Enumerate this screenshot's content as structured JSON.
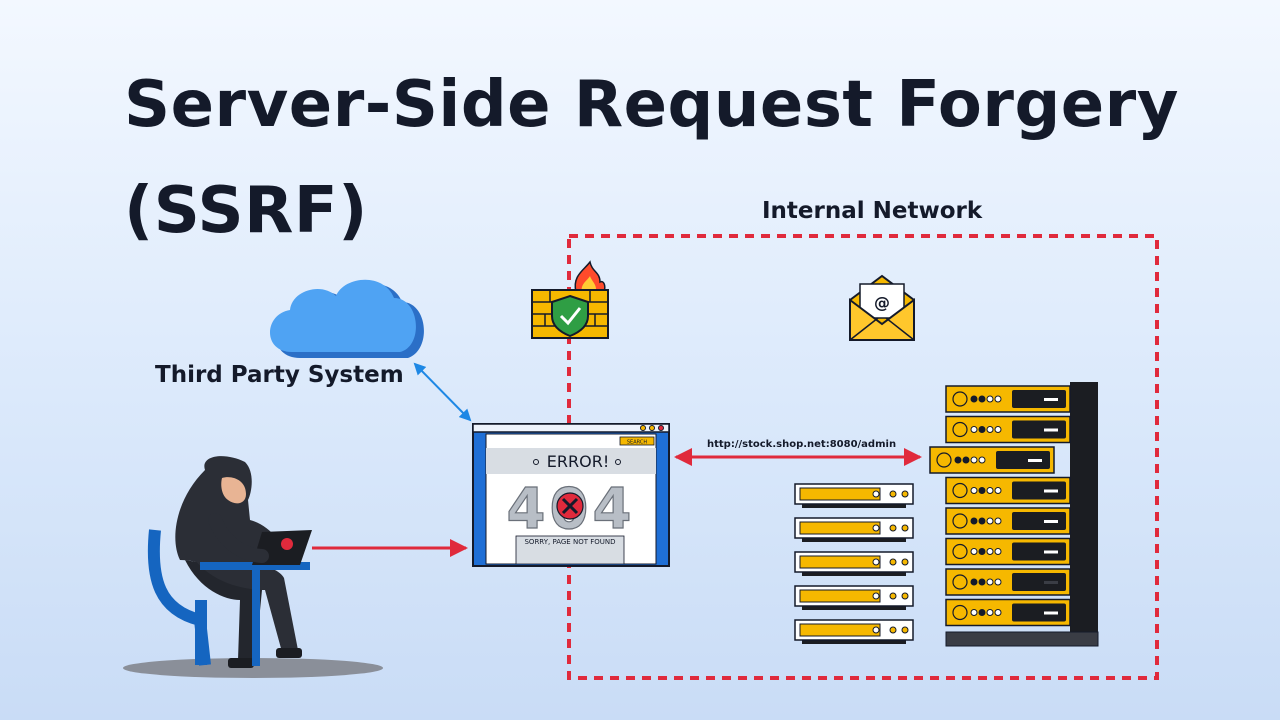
{
  "title": "Server-Side Request Forgery (SSRF)",
  "labels": {
    "internal_network": "Internal Network",
    "third_party_system": "Third Party System",
    "request_url": "http://stock.shop.net:8080/admin"
  },
  "browser_window": {
    "search_label": "SEARCH",
    "error_text": "ERROR!",
    "code_text": "404",
    "message": "SORRY, PAGE NOT FOUND"
  },
  "icons": [
    "cloud-icon",
    "firewall-icon",
    "email-icon",
    "hacker-icon",
    "server-rack-icon",
    "server-stack-icon"
  ],
  "colors": {
    "boundary": "#e02a3c",
    "arrow_red": "#e02a3c",
    "arrow_blue": "#1e88e5",
    "server_yellow": "#f6b800",
    "cloud_blue": "#4a9df0",
    "browser_blue": "#1f6fd6"
  }
}
